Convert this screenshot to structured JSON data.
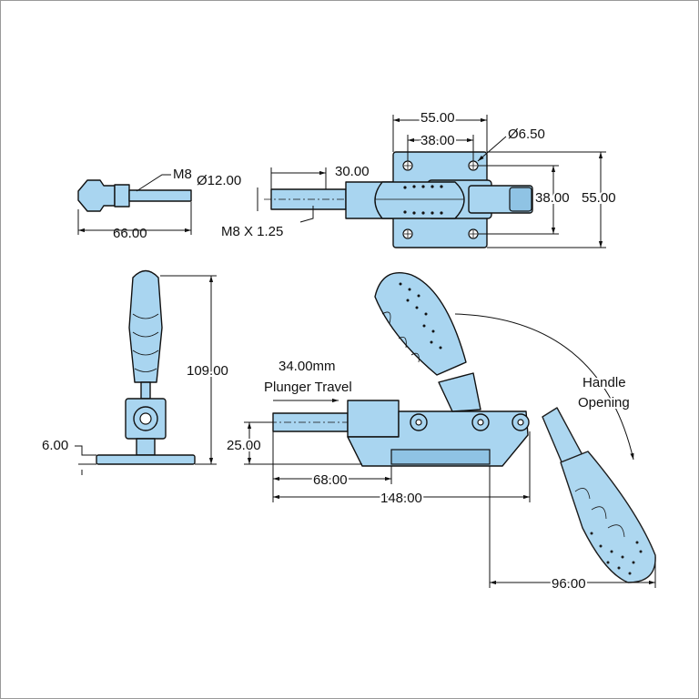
{
  "drawing": {
    "bolt_view": {
      "thread_label": "M8",
      "length": "66.00"
    },
    "top_view": {
      "diameter_plunger": "Ø12.00",
      "thread_length": "30.00",
      "thread_spec": "M8 X 1.25",
      "base_width": "55.00",
      "hole_spacing_x": "38.00",
      "hole_diameter": "Ø6.50",
      "hole_spacing_y": "38.00",
      "base_height": "55.00"
    },
    "end_view": {
      "height": "109.00",
      "base_thickness": "6.00"
    },
    "side_view": {
      "travel_value": "34.00mm",
      "travel_label": "Plunger Travel",
      "plunger_height": "25.00",
      "plunger_to_base": "68.00",
      "overall_length": "148.00",
      "handle_label_1": "Handle",
      "handle_label_2": "Opening",
      "handle_reach": "96.00"
    }
  },
  "colors": {
    "part_fill": "#a9d5f0",
    "line": "#111111"
  }
}
